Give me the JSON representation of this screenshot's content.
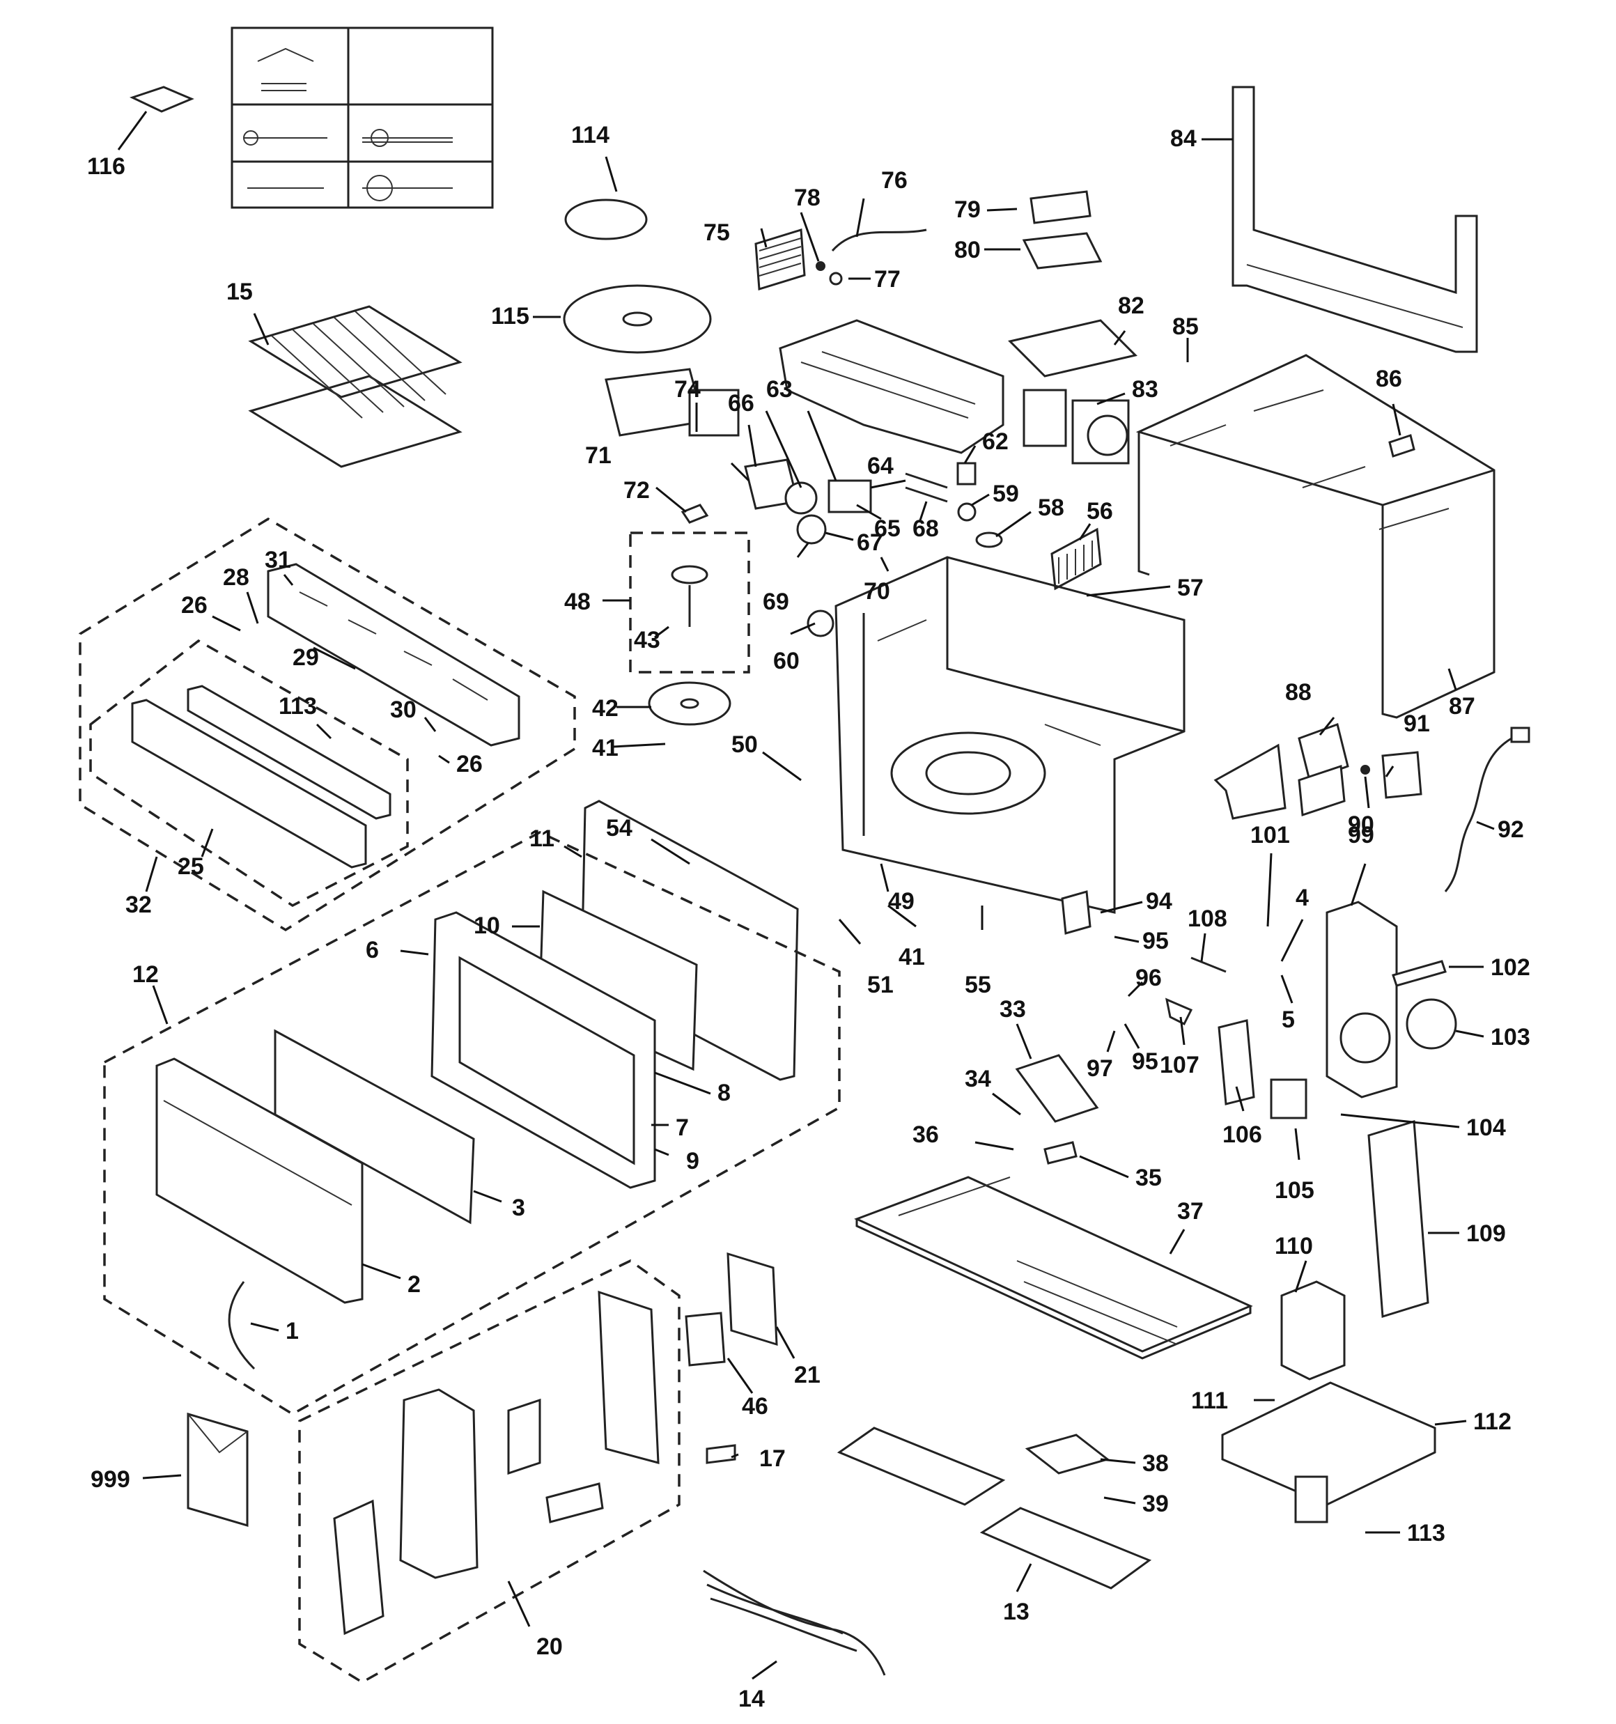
{
  "diagram": {
    "callouts": [
      "1",
      "2",
      "3",
      "4",
      "5",
      "6",
      "7",
      "8",
      "9",
      "10",
      "11",
      "12",
      "13",
      "14",
      "15",
      "17",
      "20",
      "21",
      "25",
      "26",
      "28",
      "29",
      "30",
      "31",
      "32",
      "33",
      "34",
      "35",
      "36",
      "37",
      "38",
      "39",
      "41",
      "42",
      "43",
      "46",
      "48",
      "49",
      "50",
      "51",
      "54",
      "55",
      "56",
      "57",
      "58",
      "59",
      "60",
      "62",
      "63",
      "64",
      "65",
      "66",
      "67",
      "68",
      "69",
      "70",
      "71",
      "72",
      "74",
      "75",
      "76",
      "77",
      "78",
      "79",
      "80",
      "82",
      "83",
      "84",
      "85",
      "86",
      "87",
      "88",
      "90",
      "91",
      "92",
      "94",
      "95",
      "96",
      "97",
      "99",
      "101",
      "102",
      "103",
      "104",
      "105",
      "106",
      "107",
      "108",
      "109",
      "110",
      "111",
      "112",
      "113",
      "114",
      "115",
      "116",
      "999"
    ]
  }
}
